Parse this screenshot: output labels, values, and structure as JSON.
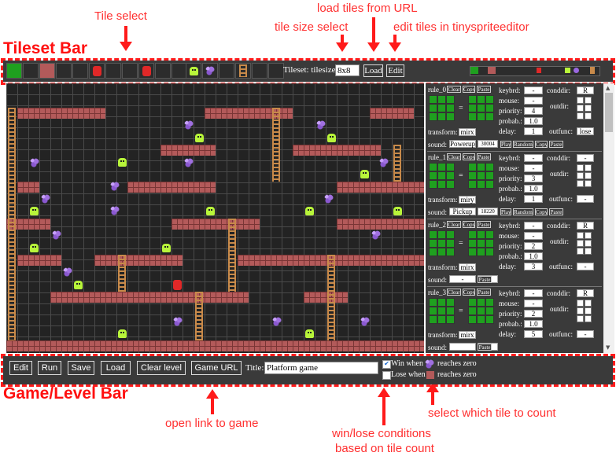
{
  "annotations": {
    "tile_select": "Tile select",
    "load_url": "load tiles from URL",
    "tile_size": "tile size select",
    "edit_tiles": "edit tiles in tinyspriteeditor",
    "tileset_bar": "Tileset Bar",
    "gamelevel_bar": "Game/Level Bar",
    "open_link": "open link to game",
    "winlose": "win/lose conditions",
    "winlose2": "based on tile count",
    "select_count": "select which tile to count"
  },
  "tileset": {
    "label": "Tileset: tilesize:",
    "tilesize": "8x8",
    "load": "Load",
    "edit": "Edit"
  },
  "rules": [
    {
      "name": "rule_0",
      "keybrd": "-",
      "mouse": "-",
      "priority": "4",
      "probab": "1.0",
      "delay": "1",
      "conddir": "R",
      "outfunc": "lose",
      "transform": "mirx",
      "sound_label": "sound:",
      "sound": "Powerup",
      "sound_code": "30004"
    },
    {
      "name": "rule_1",
      "keybrd": "-",
      "mouse": "-",
      "priority": "3",
      "probab": "1.0",
      "delay": "1",
      "conddir": "-",
      "outfunc": "-",
      "transform": "miry",
      "sound_label": "sound:",
      "sound": "Pickup",
      "sound_code": "18220"
    },
    {
      "name": "rule_2",
      "keybrd": "-",
      "mouse": "-",
      "priority": "2",
      "probab": "1.0",
      "delay": "3",
      "conddir": "R",
      "outfunc": "-",
      "transform": "mirx",
      "sound_label": "sound:",
      "sound": "-",
      "sound_code": ""
    },
    {
      "name": "rule_3",
      "keybrd": "-",
      "mouse": "-",
      "priority": "2",
      "probab": "1.0",
      "delay": "5",
      "conddir": "R",
      "outfunc": "-",
      "transform": "mirx",
      "sound_label": "sound:",
      "sound": "",
      "sound_code": ""
    }
  ],
  "rule_labels": {
    "keybrd": "keybrd:",
    "mouse": "mouse:",
    "priority": "priority:",
    "probab": "probab.:",
    "delay": "delay:",
    "conddir": "conddir:",
    "outdir": "outdir:",
    "outfunc": "outfunc:",
    "transform": "transform:",
    "clear": "Clear",
    "copy": "Copy",
    "paste": "Paste",
    "play": "Play",
    "random": "Random"
  },
  "gamebar": {
    "edit": "Edit",
    "run": "Run",
    "save": "Save",
    "load": "Load",
    "clear_level": "Clear level",
    "game_url": "Game URL",
    "title_label": "Title:",
    "title": "Platform game",
    "win_when": "Win when",
    "lose_when": "Lose when",
    "reaches_zero": "reaches zero"
  },
  "colors": {
    "accent": "#ff1a1a",
    "panel": "#3a3a3a",
    "brick": "#b35a5a",
    "slime": "#b8f53a",
    "grass": "#1fa01f"
  }
}
